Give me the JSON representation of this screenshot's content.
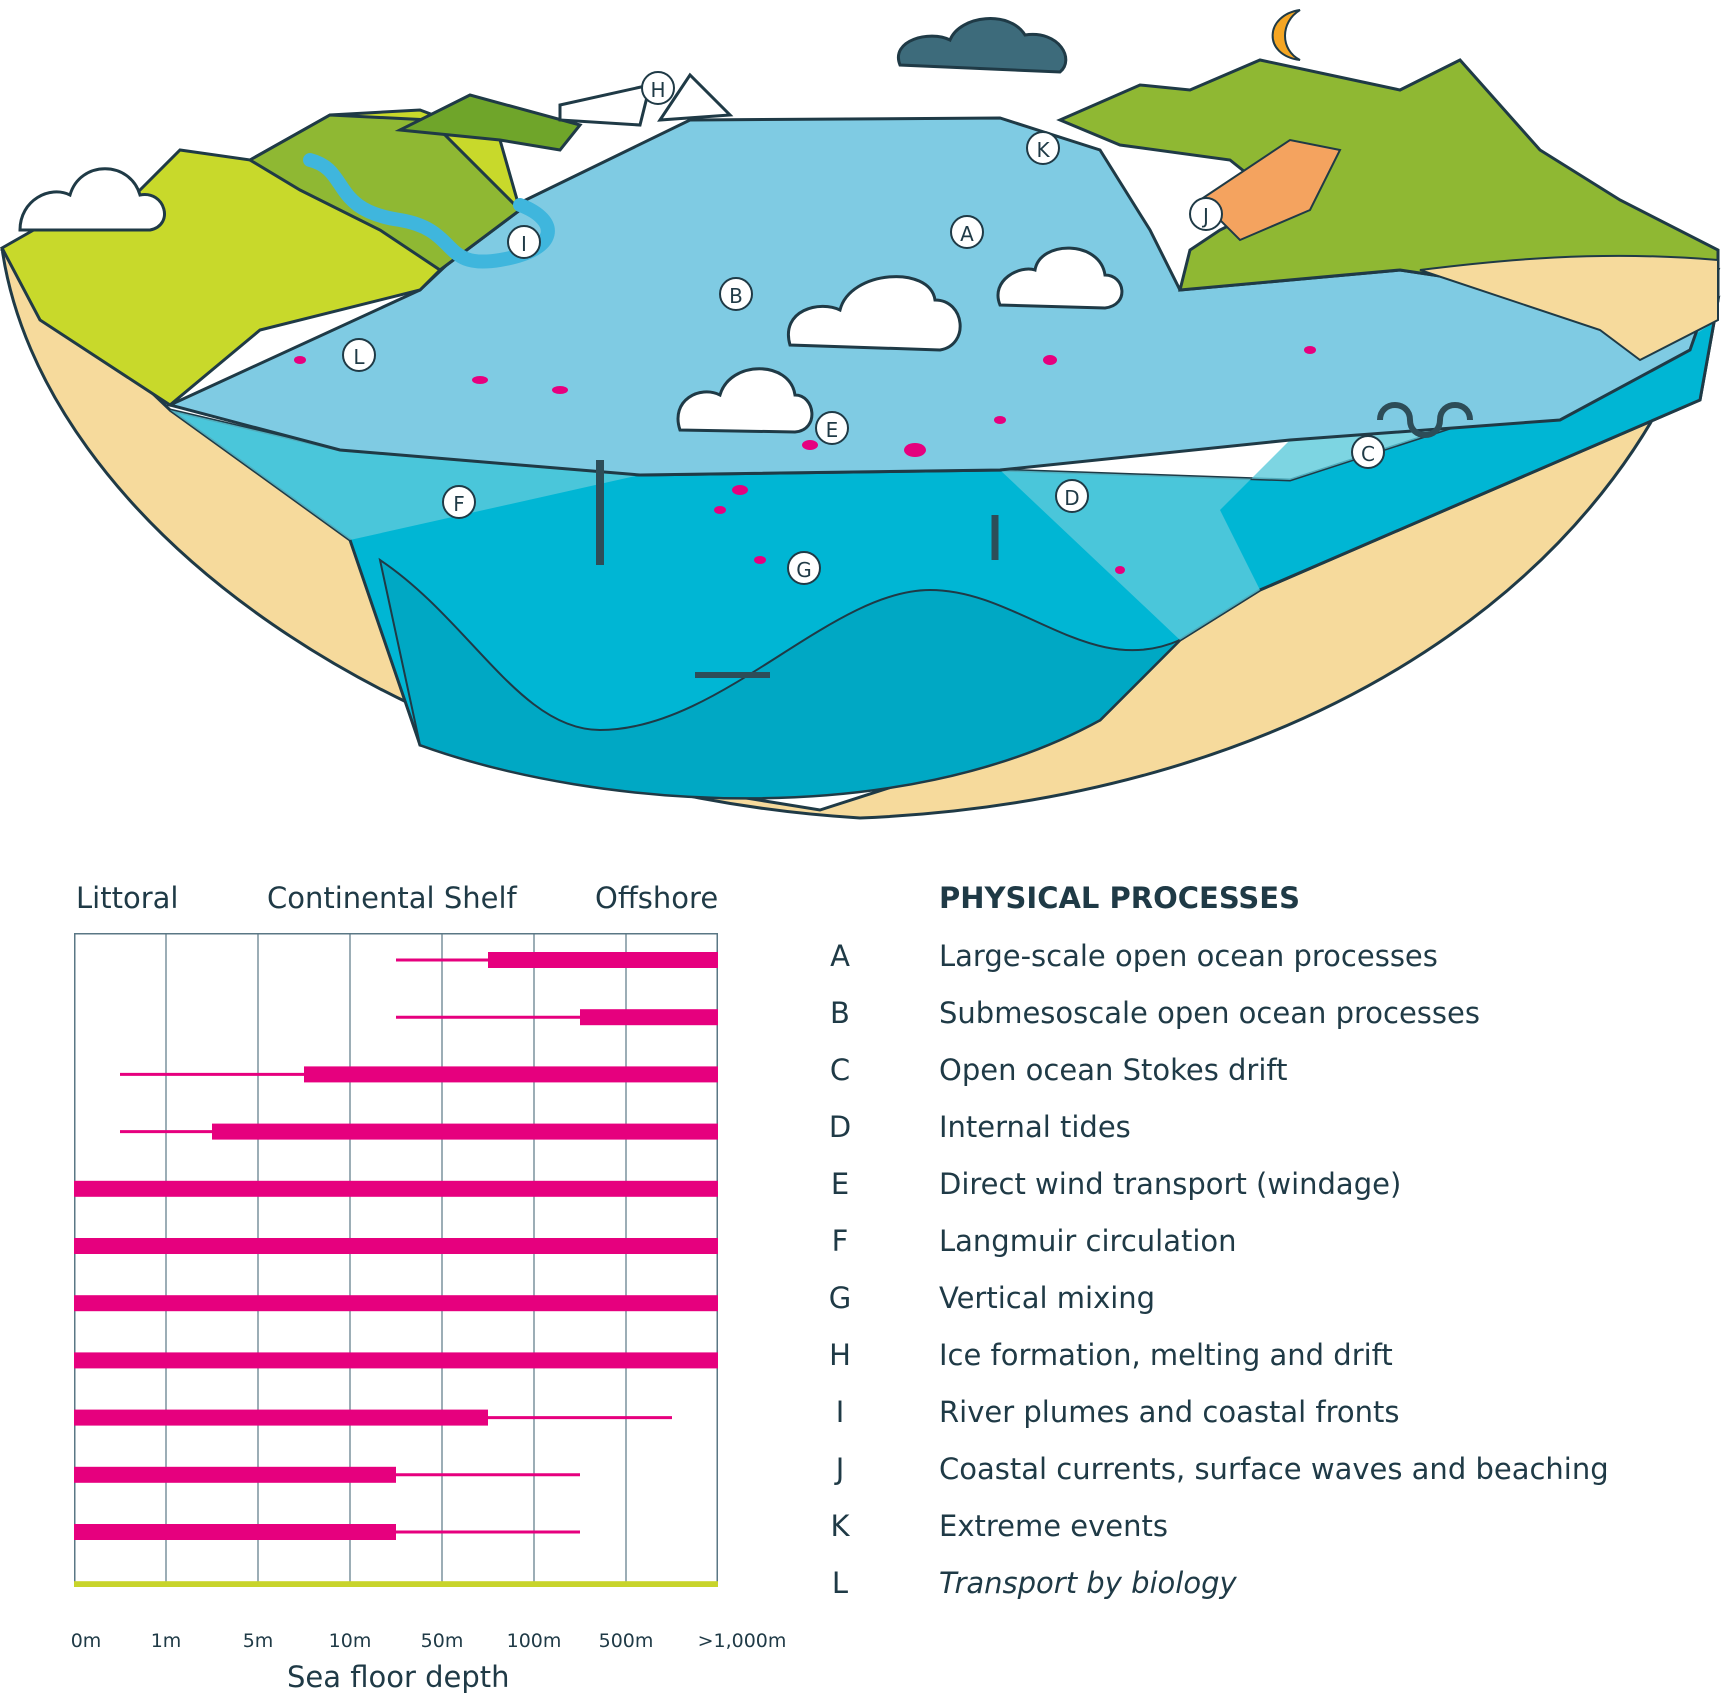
{
  "scene": {
    "callouts": [
      "A",
      "B",
      "C",
      "D",
      "E",
      "F",
      "G",
      "H",
      "I",
      "J",
      "K",
      "L"
    ]
  },
  "zones": [
    "Littoral",
    "Continental Shelf",
    "Offshore"
  ],
  "legend": {
    "title": "PHYSICAL PROCESSES",
    "items": [
      {
        "letter": "A",
        "text": "Large-scale open ocean processes"
      },
      {
        "letter": "B",
        "text": "Submesoscale open ocean processes"
      },
      {
        "letter": "C",
        "text": "Open ocean Stokes drift"
      },
      {
        "letter": "D",
        "text": "Internal tides"
      },
      {
        "letter": "E",
        "text": "Direct wind transport (windage)"
      },
      {
        "letter": "F",
        "text": "Langmuir circulation"
      },
      {
        "letter": "G",
        "text": "Vertical mixing"
      },
      {
        "letter": "H",
        "text": "Ice formation, melting and drift"
      },
      {
        "letter": "I",
        "text": "River plumes and coastal fronts"
      },
      {
        "letter": "J",
        "text": "Coastal currents, surface waves and beaching"
      },
      {
        "letter": "K",
        "text": "Extreme events"
      },
      {
        "letter": "L",
        "text": "Transport by biology",
        "italic": true
      }
    ]
  },
  "chart_data": {
    "type": "range-bar",
    "xlabel": "Sea floor depth",
    "tick_labels": [
      "0m",
      "1m",
      "5m",
      "10m",
      "50m",
      "100m",
      "500m",
      ">1,000m"
    ],
    "colors": {
      "physical": "#e6007e",
      "biology": "#c8d42b"
    },
    "rows": [
      {
        "letter": "A",
        "thin": [
          3.5,
          7
        ],
        "thick": [
          4.5,
          7
        ]
      },
      {
        "letter": "B",
        "thin": [
          3.5,
          7
        ],
        "thick": [
          5.5,
          7
        ]
      },
      {
        "letter": "C",
        "thin": [
          0.5,
          7
        ],
        "thick": [
          2.5,
          7
        ]
      },
      {
        "letter": "D",
        "thin": [
          0.5,
          7
        ],
        "thick": [
          1.5,
          7
        ]
      },
      {
        "letter": "E",
        "thin": null,
        "thick": [
          0,
          7
        ]
      },
      {
        "letter": "F",
        "thin": null,
        "thick": [
          0,
          7
        ]
      },
      {
        "letter": "G",
        "thin": null,
        "thick": [
          0,
          7
        ]
      },
      {
        "letter": "H",
        "thin": null,
        "thick": [
          0,
          7
        ]
      },
      {
        "letter": "I",
        "thin": [
          0,
          6.5
        ],
        "thick": [
          0,
          4.5
        ]
      },
      {
        "letter": "J",
        "thin": [
          0,
          5.5
        ],
        "thick": [
          0,
          3.5
        ]
      },
      {
        "letter": "K",
        "thin": [
          0,
          5.5
        ],
        "thick": [
          0,
          3.5
        ]
      },
      {
        "letter": "L",
        "thin": null,
        "thick": [
          0,
          7
        ],
        "biology": true
      }
    ]
  }
}
